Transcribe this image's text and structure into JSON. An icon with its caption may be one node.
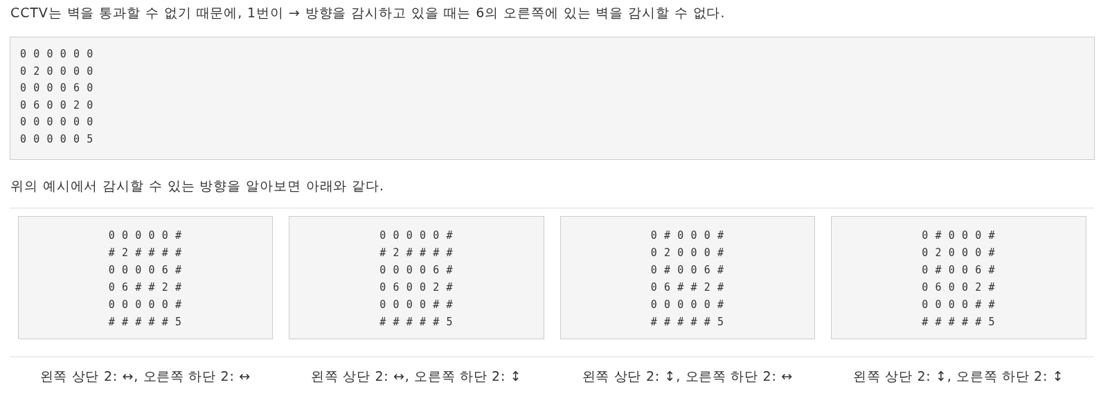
{
  "diagram": {
    "labels": [
      "CCTV는 벽을 통과할 수 없기 때문에, 1번이 → 방향을 감시하고 있을 때는 6의 오른쪽에 있는 벽을 감시할 수 없다.",
      "0 0 0 0 0 0",
      "0 2 0 0 0 0",
      "0 0 0 0 6 0",
      "0 6 0 0 2 0",
      "0 0 0 0 0 0",
      "0 0 0 0 0 5",
      "위의 예시에서 감시할 수 있는 방향을 알아보면 아래와 같다.",
      "0 0 0 0 0 #",
      "# 2 # # # #",
      "0 0 0 0 6 #",
      "0 6 # # 2 #",
      "0 0 0 0 0 #",
      "# # # # # 5",
      "0 0 0 0 0 #",
      "# 2 # # # #",
      "0 0 0 0 6 #",
      "0 6 0 0 2 #",
      "0 0 0 0 # #",
      "# # # # # 5",
      "0 # 0 0 0 #",
      "0 2 0 0 0 #",
      "0 # 0 0 6 #",
      "0 6 # # 2 #",
      "0 0 0 0 0 #",
      "# # # # # 5",
      "0 # 0 0 0 #",
      "0 2 0 0 0 #",
      "0 # 0 0 6 #",
      "0 6 0 0 2 #",
      "0 0 0 0 # #",
      "# # # # # 5",
      "왼쪽 상단 2: ↔, 오른쪽 하단 2: ↔",
      "왼쪽 상단 2: ↔, 오른쪽 하단 2: ↕",
      "왼쪽 상단 2: ↕, 오른쪽 하단 2: ↔",
      "왼쪽 상단 2: ↕, 오른쪽 하단 2: ↕"
    ]
  }
}
